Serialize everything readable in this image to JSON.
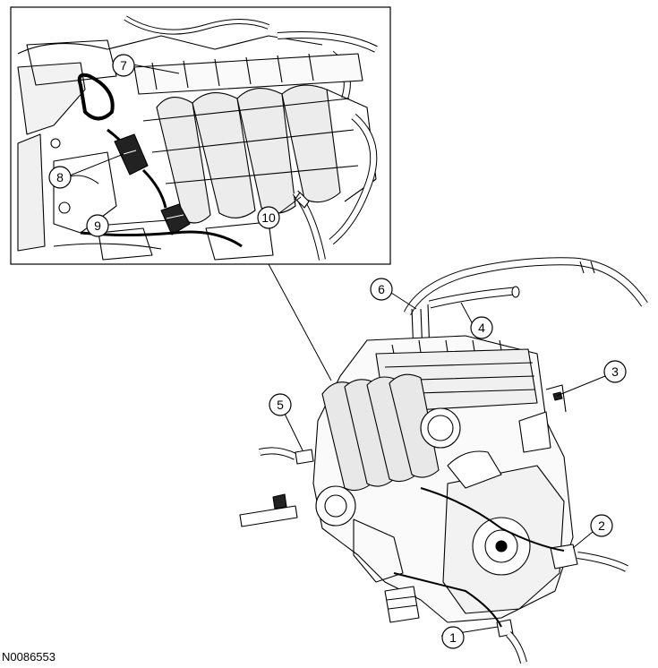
{
  "figure_id": "N0086553",
  "callouts": [
    {
      "id": "c1",
      "number": "1"
    },
    {
      "id": "c2",
      "number": "2"
    },
    {
      "id": "c3",
      "number": "3"
    },
    {
      "id": "c4",
      "number": "4"
    },
    {
      "id": "c5",
      "number": "5"
    },
    {
      "id": "c6",
      "number": "6"
    },
    {
      "id": "c7",
      "number": "7"
    },
    {
      "id": "c8",
      "number": "8"
    },
    {
      "id": "c9",
      "number": "9"
    },
    {
      "id": "c10",
      "number": "10"
    }
  ],
  "colors": {
    "line": "#000000",
    "background": "#ffffff",
    "tone": "#e6e6e6"
  }
}
